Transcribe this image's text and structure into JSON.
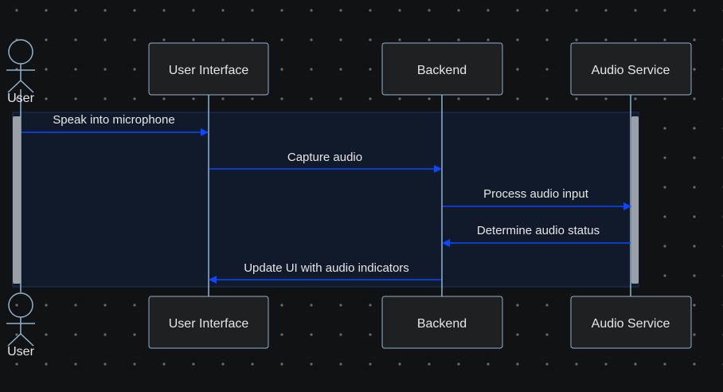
{
  "diagram": {
    "type": "sequence",
    "colors": {
      "background": "#111214",
      "grid_dot": "#666a70",
      "box_fill": "#1f2021",
      "box_stroke": "#8fb2d0",
      "lifeline": "#8fb2d0",
      "arrow": "#0a47ff",
      "frame_fill": "#111a2a",
      "frame_stroke": "#1c3262",
      "activation": "#9aa0a6",
      "text": "#e6e6e6"
    },
    "actor": {
      "name": "User",
      "icon": "person-stick-figure-icon"
    },
    "participants": [
      {
        "name": "User Interface"
      },
      {
        "name": "Backend"
      },
      {
        "name": "Audio Service"
      }
    ],
    "messages": [
      {
        "text": "Speak into microphone",
        "from": "User",
        "to": "User Interface",
        "direction": "right"
      },
      {
        "text": "Capture audio",
        "from": "User Interface",
        "to": "Backend",
        "direction": "right"
      },
      {
        "text": "Process audio input",
        "from": "Backend",
        "to": "Audio Service",
        "direction": "right"
      },
      {
        "text": "Determine audio status",
        "from": "Audio Service",
        "to": "Backend",
        "direction": "left"
      },
      {
        "text": "Update UI with audio indicators",
        "from": "Backend",
        "to": "User Interface",
        "direction": "left"
      }
    ]
  }
}
